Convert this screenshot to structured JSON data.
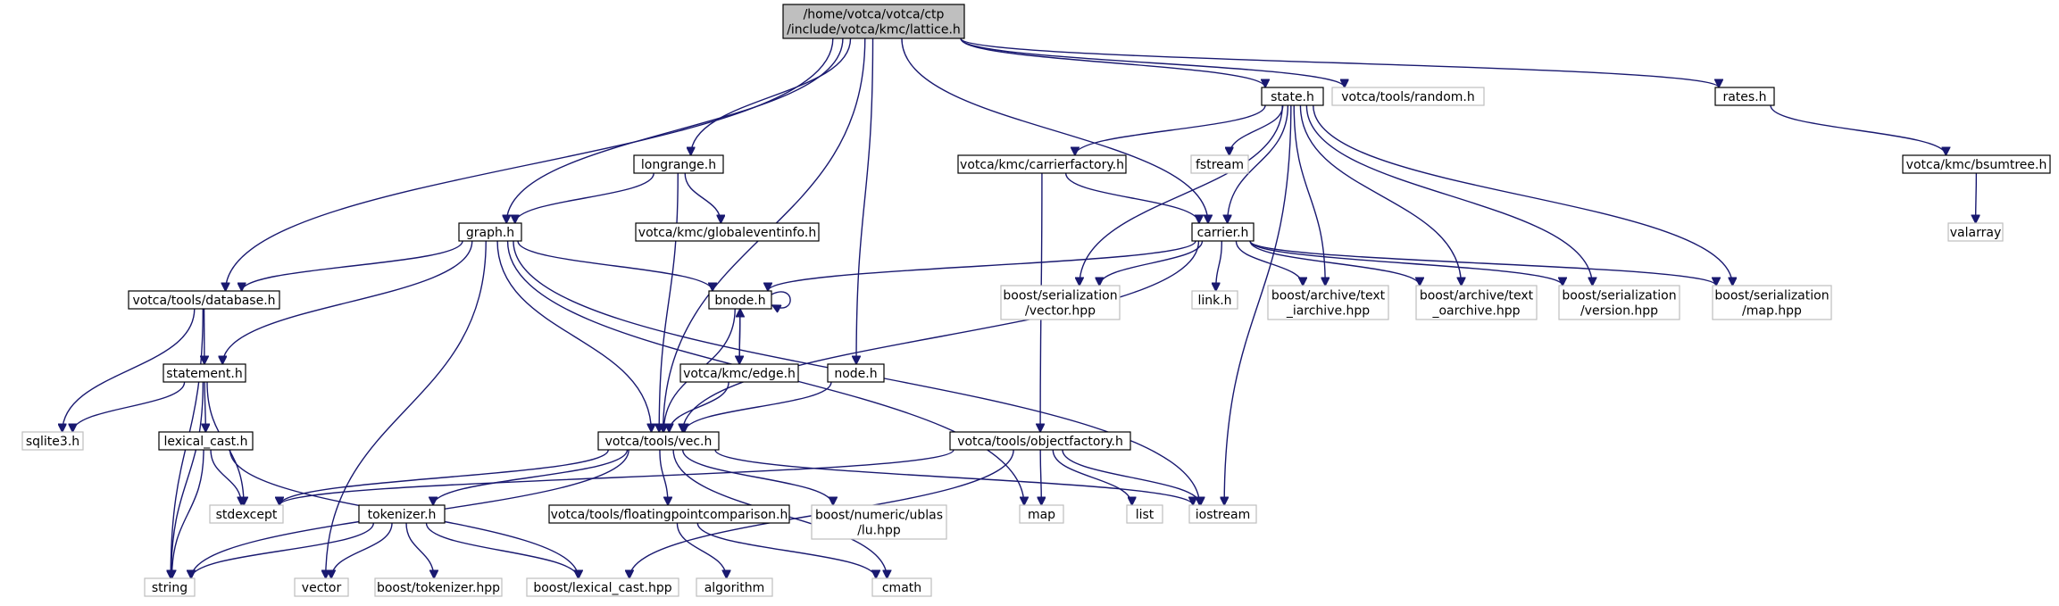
{
  "colors": {
    "edge": "#191970",
    "root_fill": "#bfbfbf",
    "local_border": "#000000",
    "system_border": "#bfbfbf",
    "background": "#ffffff"
  },
  "nodes": [
    {
      "id": "lattice",
      "lines": [
        "/home/votca/votca/ctp",
        "/include/votca/kmc/lattice.h"
      ],
      "kind": "root"
    },
    {
      "id": "state",
      "lines": [
        "state.h"
      ],
      "kind": "local"
    },
    {
      "id": "random",
      "lines": [
        "votca/tools/random.h"
      ],
      "kind": "system"
    },
    {
      "id": "rates",
      "lines": [
        "rates.h"
      ],
      "kind": "local"
    },
    {
      "id": "bsumtree",
      "lines": [
        "votca/kmc/bsumtree.h"
      ],
      "kind": "local"
    },
    {
      "id": "valarray",
      "lines": [
        "valarray"
      ],
      "kind": "system"
    },
    {
      "id": "longrange",
      "lines": [
        "longrange.h"
      ],
      "kind": "local"
    },
    {
      "id": "carrierfactory",
      "lines": [
        "votca/kmc/carrierfactory.h"
      ],
      "kind": "local"
    },
    {
      "id": "fstream",
      "lines": [
        "fstream"
      ],
      "kind": "system"
    },
    {
      "id": "globaleventinfo",
      "lines": [
        "votca/kmc/globaleventinfo.h"
      ],
      "kind": "local"
    },
    {
      "id": "graph",
      "lines": [
        "graph.h"
      ],
      "kind": "local"
    },
    {
      "id": "carrier",
      "lines": [
        "carrier.h"
      ],
      "kind": "local"
    },
    {
      "id": "database",
      "lines": [
        "votca/tools/database.h"
      ],
      "kind": "local"
    },
    {
      "id": "bnode",
      "lines": [
        "bnode.h"
      ],
      "kind": "local"
    },
    {
      "id": "bvector",
      "lines": [
        "boost/serialization",
        "/vector.hpp"
      ],
      "kind": "system"
    },
    {
      "id": "linkh",
      "lines": [
        "link.h"
      ],
      "kind": "system"
    },
    {
      "id": "tiarchive",
      "lines": [
        "boost/archive/text",
        "_iarchive.hpp"
      ],
      "kind": "system"
    },
    {
      "id": "toarchive",
      "lines": [
        "boost/archive/text",
        "_oarchive.hpp"
      ],
      "kind": "system"
    },
    {
      "id": "bversion",
      "lines": [
        "boost/serialization",
        "/version.hpp"
      ],
      "kind": "system"
    },
    {
      "id": "bmap",
      "lines": [
        "boost/serialization",
        "/map.hpp"
      ],
      "kind": "system"
    },
    {
      "id": "statement",
      "lines": [
        "statement.h"
      ],
      "kind": "local"
    },
    {
      "id": "edge",
      "lines": [
        "votca/kmc/edge.h"
      ],
      "kind": "local"
    },
    {
      "id": "node",
      "lines": [
        "node.h"
      ],
      "kind": "local"
    },
    {
      "id": "sqlite3",
      "lines": [
        "sqlite3.h"
      ],
      "kind": "system"
    },
    {
      "id": "lexicalcast",
      "lines": [
        "lexical_cast.h"
      ],
      "kind": "local"
    },
    {
      "id": "vec",
      "lines": [
        "votca/tools/vec.h"
      ],
      "kind": "local"
    },
    {
      "id": "objectfactory",
      "lines": [
        "votca/tools/objectfactory.h"
      ],
      "kind": "local"
    },
    {
      "id": "stdexcept",
      "lines": [
        "stdexcept"
      ],
      "kind": "system"
    },
    {
      "id": "tokenizer",
      "lines": [
        "tokenizer.h"
      ],
      "kind": "local"
    },
    {
      "id": "fpcomparison",
      "lines": [
        "votca/tools/floatingpointcomparison.h"
      ],
      "kind": "local"
    },
    {
      "id": "ublaslu",
      "lines": [
        "boost/numeric/ublas",
        "/lu.hpp"
      ],
      "kind": "system"
    },
    {
      "id": "map",
      "lines": [
        "map"
      ],
      "kind": "system"
    },
    {
      "id": "list",
      "lines": [
        "list"
      ],
      "kind": "system"
    },
    {
      "id": "iostream",
      "lines": [
        "iostream"
      ],
      "kind": "system"
    },
    {
      "id": "string",
      "lines": [
        "string"
      ],
      "kind": "system"
    },
    {
      "id": "vector",
      "lines": [
        "vector"
      ],
      "kind": "system"
    },
    {
      "id": "btokenizer",
      "lines": [
        "boost/tokenizer.hpp"
      ],
      "kind": "system"
    },
    {
      "id": "blexicalcast",
      "lines": [
        "boost/lexical_cast.hpp"
      ],
      "kind": "system"
    },
    {
      "id": "algorithm",
      "lines": [
        "algorithm"
      ],
      "kind": "system"
    },
    {
      "id": "cmath",
      "lines": [
        "cmath"
      ],
      "kind": "system"
    }
  ],
  "edges": [
    [
      "lattice",
      "state"
    ],
    [
      "lattice",
      "random"
    ],
    [
      "lattice",
      "rates"
    ],
    [
      "lattice",
      "longrange"
    ],
    [
      "lattice",
      "graph"
    ],
    [
      "lattice",
      "database"
    ],
    [
      "lattice",
      "vec"
    ],
    [
      "lattice",
      "carrier"
    ],
    [
      "lattice",
      "node"
    ],
    [
      "rates",
      "bsumtree"
    ],
    [
      "bsumtree",
      "valarray"
    ],
    [
      "state",
      "carrierfactory"
    ],
    [
      "state",
      "fstream"
    ],
    [
      "state",
      "carrier"
    ],
    [
      "state",
      "bvector"
    ],
    [
      "state",
      "tiarchive"
    ],
    [
      "state",
      "toarchive"
    ],
    [
      "state",
      "bversion"
    ],
    [
      "state",
      "bmap"
    ],
    [
      "state",
      "iostream"
    ],
    [
      "longrange",
      "graph"
    ],
    [
      "longrange",
      "globaleventinfo"
    ],
    [
      "longrange",
      "vec"
    ],
    [
      "carrierfactory",
      "carrier"
    ],
    [
      "carrierfactory",
      "objectfactory"
    ],
    [
      "graph",
      "database"
    ],
    [
      "graph",
      "statement"
    ],
    [
      "graph",
      "bnode"
    ],
    [
      "graph",
      "vec"
    ],
    [
      "graph",
      "vector"
    ],
    [
      "graph",
      "map"
    ],
    [
      "graph",
      "iostream"
    ],
    [
      "carrier",
      "bnode"
    ],
    [
      "carrier",
      "bvector"
    ],
    [
      "carrier",
      "linkh"
    ],
    [
      "carrier",
      "tiarchive"
    ],
    [
      "carrier",
      "toarchive"
    ],
    [
      "carrier",
      "bversion"
    ],
    [
      "carrier",
      "bmap"
    ],
    [
      "carrier",
      "vec"
    ],
    [
      "database",
      "statement"
    ],
    [
      "database",
      "sqlite3"
    ],
    [
      "database",
      "string"
    ],
    [
      "bnode",
      "edge"
    ],
    [
      "bnode",
      "vec"
    ],
    [
      "bnode",
      "bnode"
    ],
    [
      "edge",
      "bnode"
    ],
    [
      "edge",
      "vec"
    ],
    [
      "node",
      "vec"
    ],
    [
      "statement",
      "sqlite3"
    ],
    [
      "statement",
      "lexicalcast"
    ],
    [
      "statement",
      "stdexcept"
    ],
    [
      "statement",
      "string"
    ],
    [
      "lexicalcast",
      "stdexcept"
    ],
    [
      "lexicalcast",
      "string"
    ],
    [
      "lexicalcast",
      "blexicalcast"
    ],
    [
      "vec",
      "stdexcept"
    ],
    [
      "vec",
      "string"
    ],
    [
      "vec",
      "tokenizer"
    ],
    [
      "vec",
      "fpcomparison"
    ],
    [
      "vec",
      "ublaslu"
    ],
    [
      "vec",
      "iostream"
    ],
    [
      "vec",
      "cmath"
    ],
    [
      "objectfactory",
      "stdexcept"
    ],
    [
      "objectfactory",
      "map"
    ],
    [
      "objectfactory",
      "list"
    ],
    [
      "objectfactory",
      "iostream"
    ],
    [
      "objectfactory",
      "blexicalcast"
    ],
    [
      "tokenizer",
      "string"
    ],
    [
      "tokenizer",
      "vector"
    ],
    [
      "tokenizer",
      "btokenizer"
    ],
    [
      "tokenizer",
      "blexicalcast"
    ],
    [
      "fpcomparison",
      "algorithm"
    ],
    [
      "fpcomparison",
      "cmath"
    ]
  ]
}
